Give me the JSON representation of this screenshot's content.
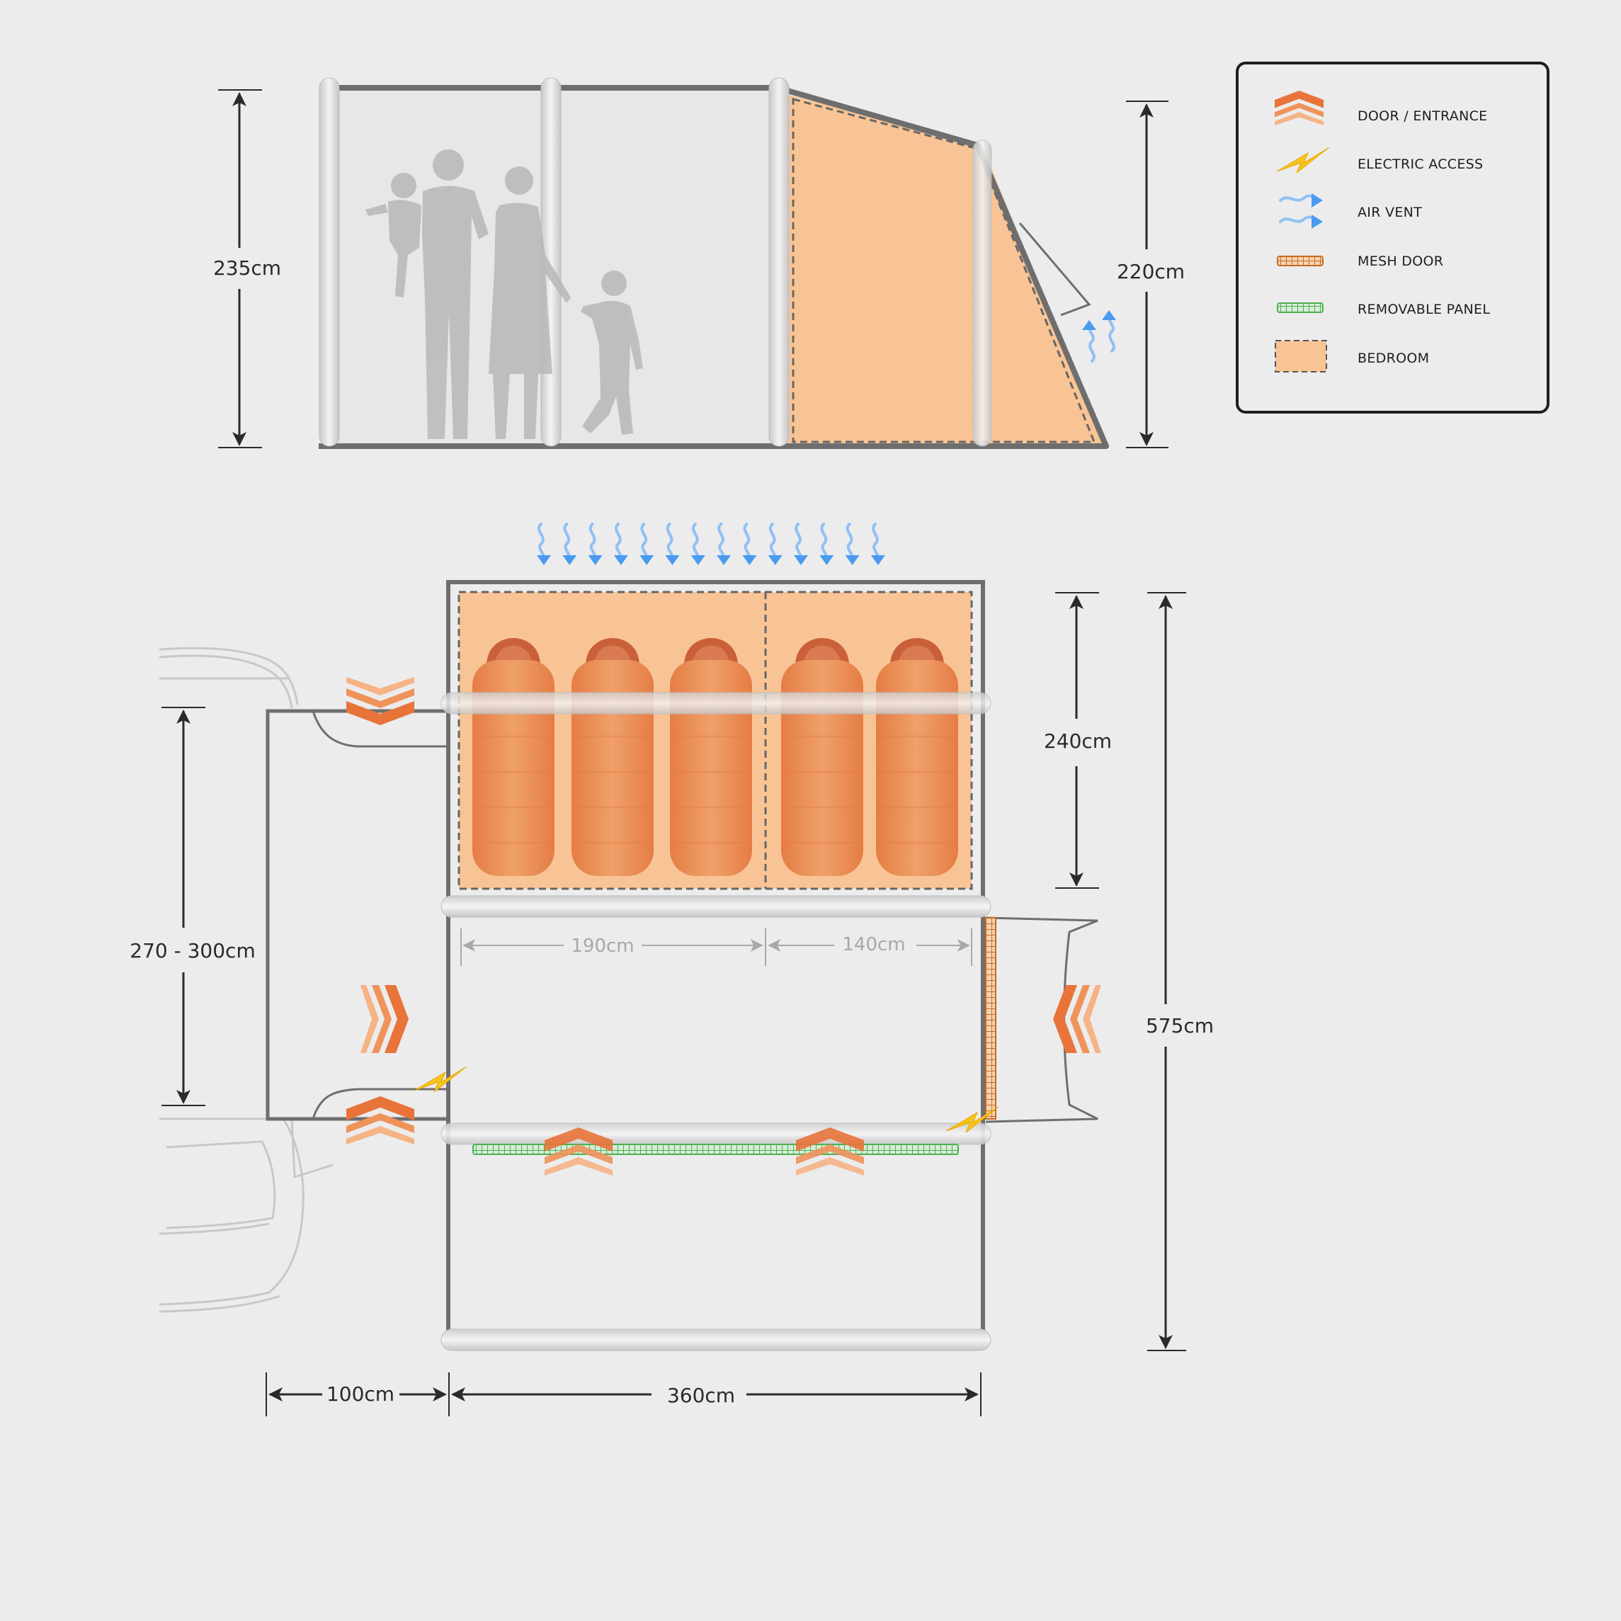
{
  "side_view": {
    "height_left": "235cm",
    "height_right": "220cm"
  },
  "plan_view": {
    "bedroom_depth": "240cm",
    "total_length": "575cm",
    "vehicle_span": "270 - 300cm",
    "bed_width_1": "190cm",
    "bed_width_2": "140cm",
    "awning_gap": "100cm",
    "total_width": "360cm"
  },
  "legend": {
    "items": [
      {
        "icon": "door-entrance-icon",
        "label": "DOOR / ENTRANCE"
      },
      {
        "icon": "electric-access-icon",
        "label": "ELECTRIC ACCESS"
      },
      {
        "icon": "air-vent-icon",
        "label": "AIR VENT"
      },
      {
        "icon": "mesh-door-icon",
        "label": "MESH DOOR"
      },
      {
        "icon": "removable-panel-icon",
        "label": "REMOVABLE PANEL"
      },
      {
        "icon": "bedroom-icon",
        "label": "BEDROOM"
      }
    ]
  },
  "colors": {
    "background": "#ececec",
    "bedroom": "#f9c495",
    "door": "#ec8a4c",
    "electric": "#f7c31a",
    "vent": "#4a9bf0",
    "mesh": "#c86a1c",
    "panel": "#4caf50",
    "wall": "#6b6b6b"
  }
}
